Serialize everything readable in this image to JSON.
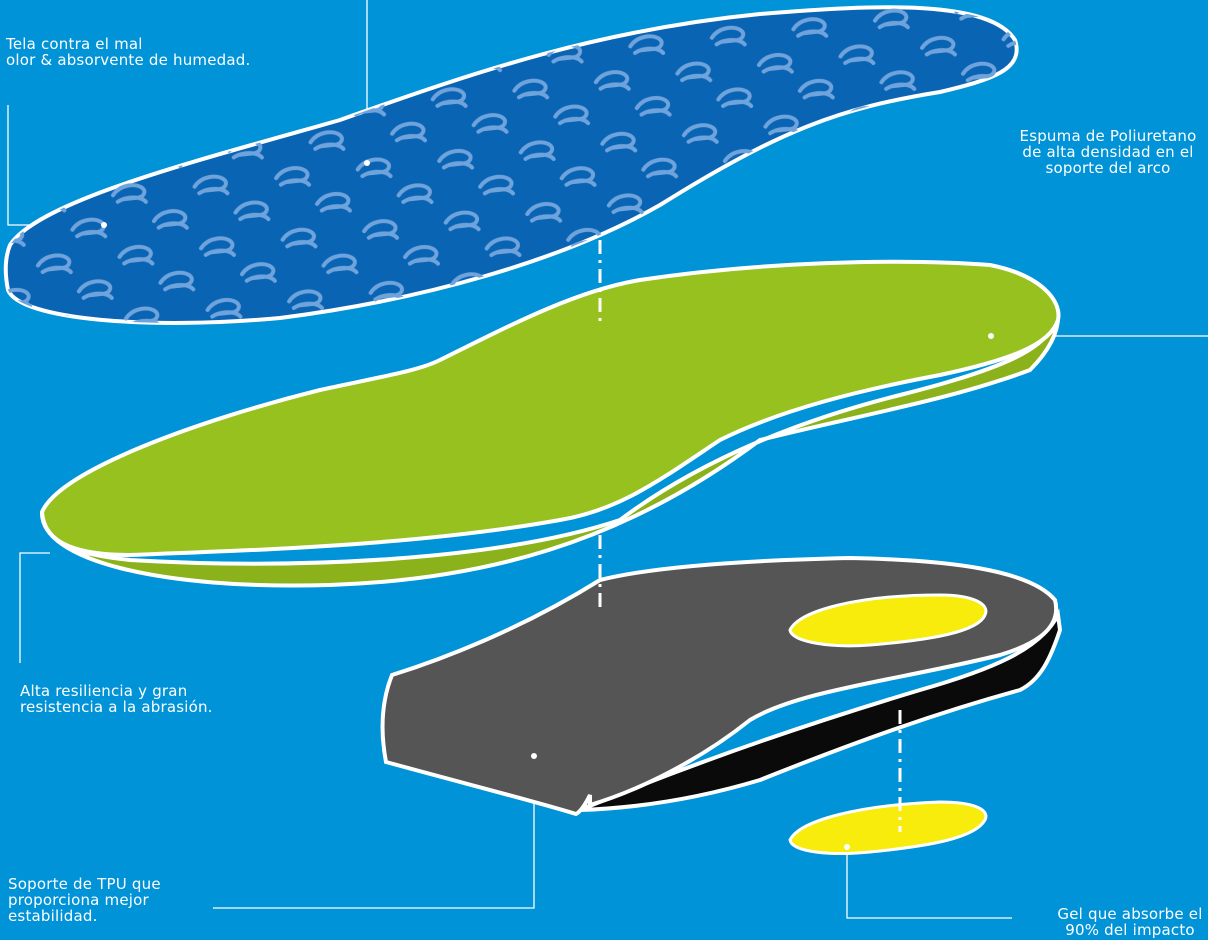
{
  "labels": {
    "fabric": "Tela contra el mal\nolor & absorvente de humedad.",
    "foam": "Espuma de Poliuretano\nde alta densidad en el\nsoporte del arco",
    "resilience": "Alta resiliencia y gran\nresistencia a la abrasión.",
    "tpu": "Soporte de TPU que\nproporciona mejor\nestabilidad.",
    "gel": "Gel que absorbe el\n90% del impacto"
  },
  "colors": {
    "background": "#0093d8",
    "fabric_layer": "#0a64b4",
    "fabric_pattern": "#6fa3dc",
    "foam_layer": "#97c11f",
    "tpu_layer": "#555555",
    "tpu_side": "#0a0a0a",
    "gel_pad": "#f7ec0b",
    "outline": "#ffffff"
  },
  "icons": {
    "fabric_pattern": "brand-logo-pattern"
  }
}
